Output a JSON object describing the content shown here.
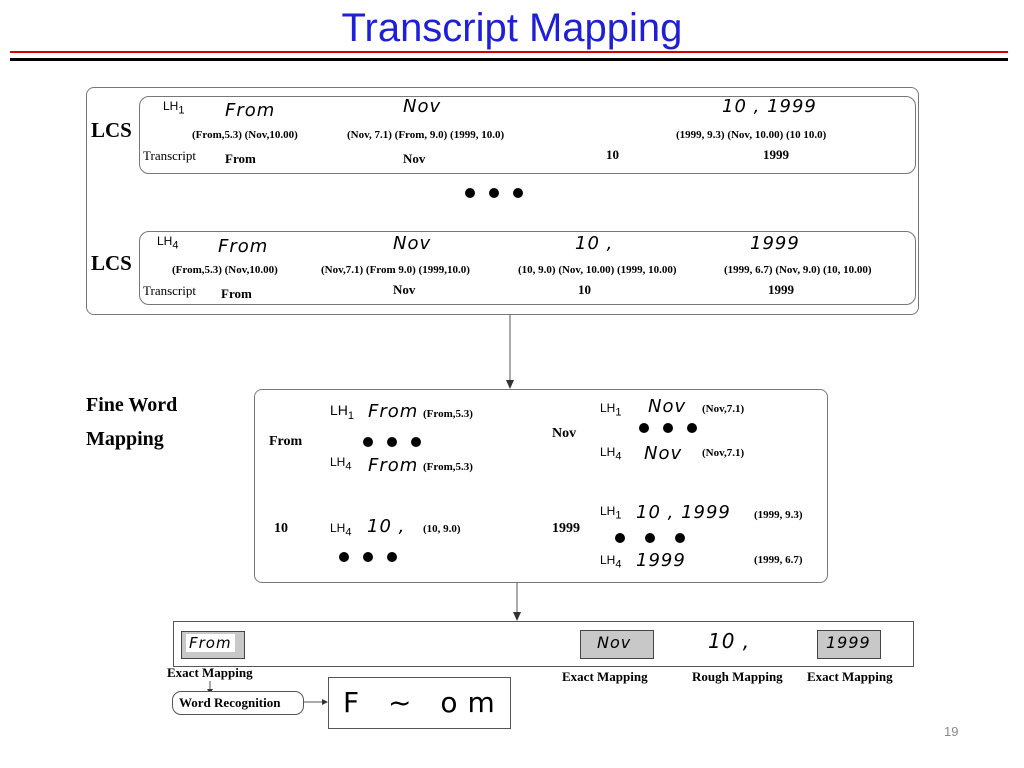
{
  "title": "Transcript Mapping",
  "page_number": "19",
  "lcs_label": "LCS",
  "transcript_label": "Transcript",
  "lh1_label": "LH",
  "lh1_sub": "1",
  "lh4_label": "LH",
  "lh4_sub": "4",
  "box1": {
    "hw_from": "From",
    "hw_nov": "Nov",
    "hw_date": "10 , 1999",
    "cand_from": "(From,5.3) (Nov,10.00)",
    "cand_nov": "(Nov, 7.1) (From, 9.0) (1999, 10.0)",
    "cand_1999": "(1999, 9.3) (Nov, 10.00) (10 10.0)",
    "tr_from": "From",
    "tr_nov": "Nov",
    "tr_10": "10",
    "tr_1999": "1999"
  },
  "box2": {
    "hw_from": "From",
    "hw_nov": "Nov",
    "hw_10": "10 ,",
    "hw_1999": "1999",
    "cand_from": "(From,5.3) (Nov,10.00)",
    "cand_nov": "(Nov,7.1) (From 9.0) (1999,10.0)",
    "cand_10": "(10, 9.0) (Nov, 10.00) (1999, 10.00)",
    "cand_1999": "(1999, 6.7) (Nov, 9.0) (10, 10.00)",
    "tr_from": "From",
    "tr_nov": "Nov",
    "tr_10": "10",
    "tr_1999": "1999"
  },
  "fine": {
    "label_line1": "Fine Word",
    "label_line2": "Mapping",
    "w_from": "From",
    "w_nov": "Nov",
    "w_10": "10",
    "w_1999": "1999",
    "hw_from": "From",
    "hw_nov": "Nov",
    "hw_10": "10 ,",
    "hw_10_1999": "10 , 1999",
    "hw_1999": "1999",
    "s_from1": "(From,5.3)",
    "s_from4": "(From,5.3)",
    "s_nov1": "(Nov,7.1)",
    "s_nov4": "(Nov,7.1)",
    "s_10": "(10, 9.0)",
    "s_1999_1": "(1999, 9.3)",
    "s_1999_4": "(1999, 6.7)"
  },
  "result": {
    "hw_from": "From",
    "hw_nov": "Nov",
    "hw_10": "10 ,",
    "hw_1999": "1999",
    "exact1": "Exact Mapping",
    "exact2": "Exact Mapping",
    "rough": "Rough Mapping",
    "exact3": "Exact Mapping",
    "word_recognition": "Word Recognition",
    "recognized": "F ~ om"
  }
}
